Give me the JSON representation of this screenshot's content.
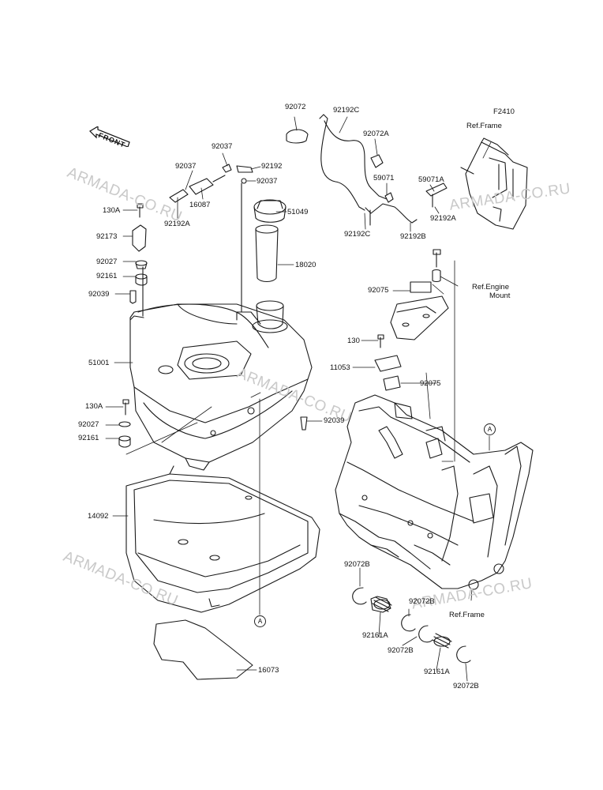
{
  "figure_code": "F2410",
  "front_label": "FRONT",
  "watermark": "ARMADA-CO.RU",
  "refs": {
    "frame_top": "Ref.Frame",
    "engine_mount_1": "Ref.Engine",
    "engine_mount_2": "Mount",
    "frame_bottom": "Ref.Frame"
  },
  "callout_marker": "A",
  "labels": [
    "92072",
    "92192C",
    "92072A",
    "59071",
    "59071A",
    "92192A",
    "92192C",
    "92192B",
    "92037",
    "92037",
    "92192",
    "92037",
    "16087",
    "92192A",
    "51049",
    "18020",
    "130A",
    "92173",
    "92027",
    "92161",
    "92039",
    "51001",
    "130A",
    "92027",
    "92161",
    "92039",
    "14092",
    "16073",
    "92075",
    "130",
    "11053",
    "92075",
    "92072B",
    "92161A",
    "92072B",
    "92072B",
    "92161A",
    "92072B"
  ]
}
